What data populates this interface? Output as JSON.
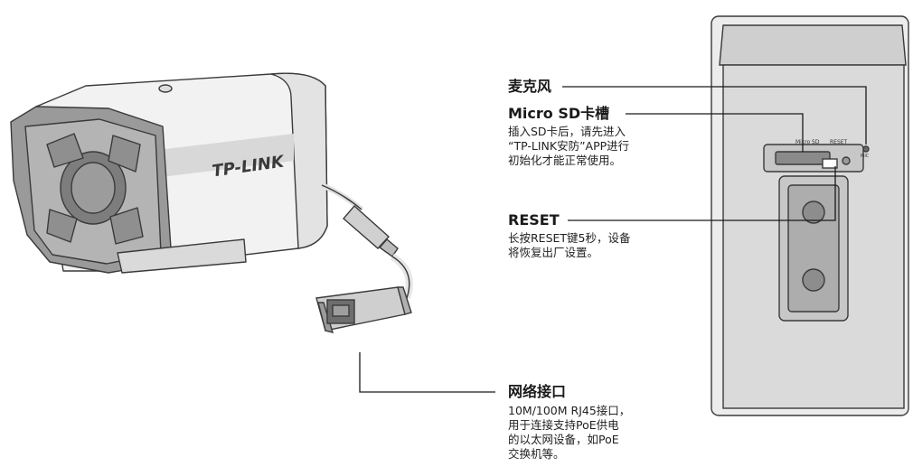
{
  "camera": {
    "brand_logo": "TP-LINK"
  },
  "device_panel": {
    "slot_label": "Micro SD",
    "reset_label": "RESET",
    "mic_label": "MIC"
  },
  "callouts": {
    "microphone": {
      "title": "麦克风"
    },
    "micro_sd": {
      "title": "Micro SD卡槽",
      "desc": [
        "插入SD卡后，请先进入",
        "“TP-LINK安防”APP进行",
        "初始化才能正常使用。"
      ]
    },
    "reset": {
      "title": "RESET",
      "desc": [
        "长按RESET键5秒，设备",
        "将恢复出厂设置。"
      ]
    },
    "network_port": {
      "title": "网络接口",
      "desc": [
        "10M/100M RJ45接口，",
        "用于连接支持PoE供电",
        "的以太网设备，如PoE",
        "交换机等。"
      ]
    }
  }
}
